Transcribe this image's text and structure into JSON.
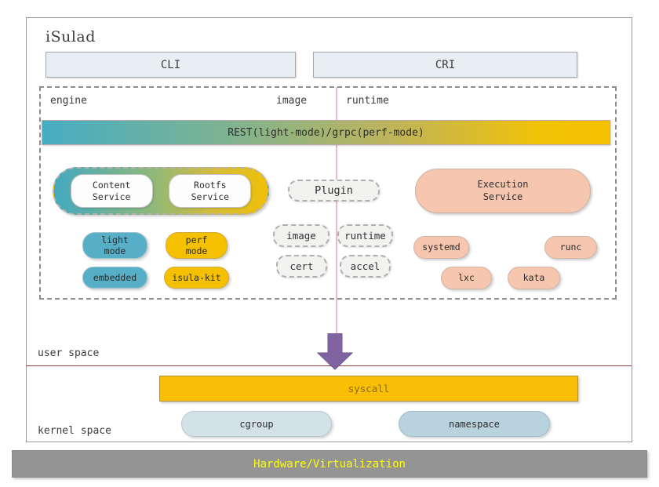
{
  "diagram": {
    "title": "iSulad",
    "top_interfaces": [
      {
        "label": "CLI"
      },
      {
        "label": "CRI"
      }
    ],
    "column_labels": {
      "engine": "engine",
      "image": "image",
      "runtime": "runtime"
    },
    "api_bar": {
      "label": "REST(light-mode)/grpc(perf-mode)",
      "gradient_from": "#46adc3",
      "gradient_to": "#f5c000"
    },
    "service_capsule": {
      "items": [
        {
          "label": "Content\nService"
        },
        {
          "label": "Rootfs\nService"
        }
      ]
    },
    "plugins": {
      "main": {
        "label": "Plugin"
      },
      "items": [
        {
          "label": "image"
        },
        {
          "label": "runtime"
        },
        {
          "label": "cert"
        },
        {
          "label": "accel"
        }
      ]
    },
    "execution_service": {
      "label": "Execution\nService",
      "color": "#f7c6ae"
    },
    "engine_modes": [
      {
        "label": "light\nmode",
        "color": "#56aec7"
      },
      {
        "label": "perf\nmode",
        "color": "#f5c000"
      },
      {
        "label": "embedded",
        "color": "#56aec7"
      },
      {
        "label": "isula-kit",
        "color": "#f5c000"
      }
    ],
    "runtimes": [
      {
        "label": "systemd",
        "color": "#f7c6ae"
      },
      {
        "label": "runc",
        "color": "#f7c6ae"
      },
      {
        "label": "lxc",
        "color": "#f7c6ae"
      },
      {
        "label": "kata",
        "color": "#f7c6ae"
      }
    ],
    "space_labels": {
      "user": "user space",
      "kernel": "kernel space"
    },
    "arrow": {
      "name": "down-arrow",
      "color": "#8064a2"
    },
    "syscall": {
      "label": "syscall",
      "color": "#f8bf06",
      "text_color": "#8a6d1a"
    },
    "kernel_features": [
      {
        "label": "cgroup",
        "color": "#d3e2e9"
      },
      {
        "label": "namespace",
        "color": "#b8d3de"
      }
    ],
    "hardware": {
      "label": "Hardware/Virtualization",
      "color": "#949494",
      "text_color": "#ffff00"
    }
  }
}
